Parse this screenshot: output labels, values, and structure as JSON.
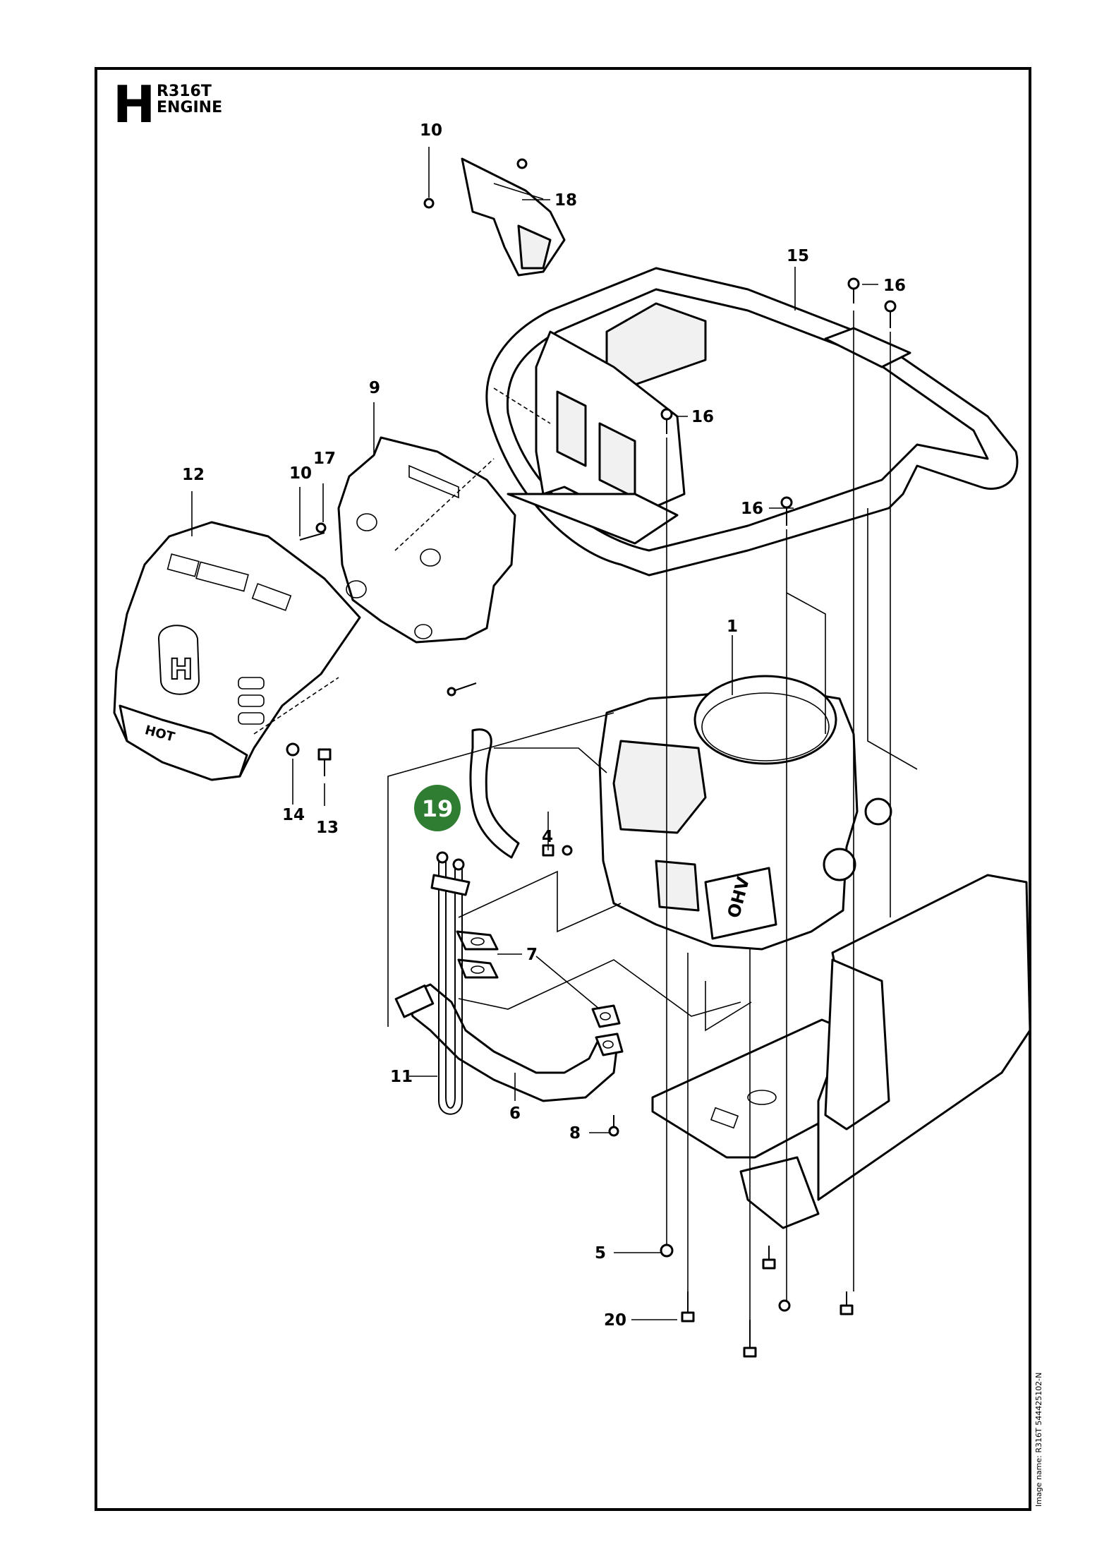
{
  "header": {
    "section_letter": "H",
    "model": "R316T",
    "title": "ENGINE"
  },
  "image_name": "Image name: R316T 544425102-N",
  "highlight": {
    "label": "19",
    "color": "#2f7d32"
  },
  "callouts": [
    {
      "id": "c10a",
      "label": "10"
    },
    {
      "id": "c18",
      "label": "18"
    },
    {
      "id": "c15",
      "label": "15"
    },
    {
      "id": "c16a",
      "label": "16"
    },
    {
      "id": "c16b",
      "label": "16"
    },
    {
      "id": "c16c",
      "label": "16"
    },
    {
      "id": "c9",
      "label": "9"
    },
    {
      "id": "c12",
      "label": "12"
    },
    {
      "id": "c10b",
      "label": "10"
    },
    {
      "id": "c17",
      "label": "17"
    },
    {
      "id": "c1",
      "label": "1"
    },
    {
      "id": "c4",
      "label": "4"
    },
    {
      "id": "c14",
      "label": "14"
    },
    {
      "id": "c13",
      "label": "13"
    },
    {
      "id": "c7",
      "label": "7"
    },
    {
      "id": "c11",
      "label": "11"
    },
    {
      "id": "c6",
      "label": "6"
    },
    {
      "id": "c8",
      "label": "8"
    },
    {
      "id": "c5",
      "label": "5"
    },
    {
      "id": "c20",
      "label": "20"
    }
  ],
  "decals": {
    "engine_badge": "OHV",
    "cover_badge": "HOT"
  }
}
